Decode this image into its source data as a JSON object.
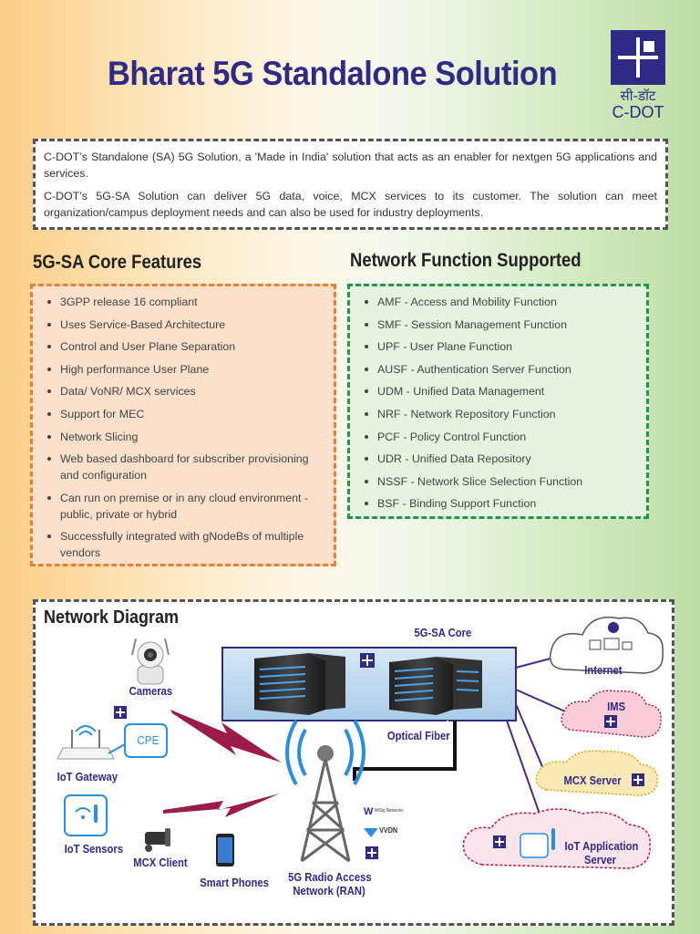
{
  "header": {
    "title": "Bharat 5G Standalone Solution",
    "logo_hindi": "सी-डॉट",
    "logo_english": "C-DOT"
  },
  "intro": {
    "p1": "C-DOT’s Standalone (SA) 5G Solution, a 'Made in India' solution that acts as an enabler for nextgen 5G applications and services.",
    "p2": "C-DOT’s 5G-SA Solution can deliver 5G data, voice, MCX services to its customer. The solution can meet organization/campus deployment needs and can also be used for industry deployments."
  },
  "features": {
    "heading": "5G-SA Core Features",
    "items": [
      "3GPP release 16 compliant",
      "Uses Service-Based Architecture",
      "Control and User Plane Separation",
      "High performance User Plane",
      "Data/ VoNR/ MCX services",
      "Support for MEC",
      "Network Slicing",
      "Web based dashboard for subscriber provisioning and configuration",
      "Can run on premise or in any cloud environment - public, private or hybrid",
      "Successfully integrated with gNodeBs of multiple vendors"
    ]
  },
  "functions": {
    "heading": "Network Function Supported",
    "items": [
      "AMF - Access and Mobility Function",
      "SMF - Session Management Function",
      "UPF - User Plane Function",
      "AUSF - Authentication Server Function",
      "UDM - Unified Data Management",
      "NRF - Network Repository Function",
      "PCF - Policy Control Function",
      "UDR - Unified Data Repository",
      "NSSF - Network Slice Selection Function",
      "BSF - Binding Support Function"
    ]
  },
  "diagram": {
    "title": "Network Diagram",
    "core_label": "5G-SA Core",
    "core_logo": "C-DOT",
    "cameras": "Cameras",
    "cpe": "CPE",
    "iot_gateway": "IoT Gateway",
    "iot_sensors": "IoT Sensors",
    "mcx_client": "MCX Client",
    "smart_phones": "Smart Phones",
    "optical_fiber": "Optical Fiber",
    "ran_line1": "5G Radio Access",
    "ran_line2": "Network (RAN)",
    "internet": "Internet",
    "ims": "IMS",
    "mcx_server": "MCX Server",
    "iot_app_line1": "IoT Application",
    "iot_app_line2": "Server",
    "vendor1": "WiSig Networks",
    "vendor2": "VVDN"
  },
  "colors": {
    "brand": "#2f2a86",
    "orange": "#ef7f2f",
    "green": "#1d9a45",
    "lightning": "#9b1b4a"
  }
}
